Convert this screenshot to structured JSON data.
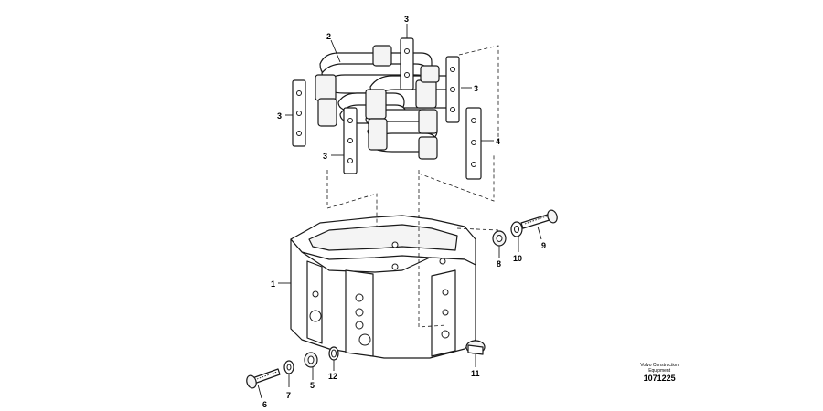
{
  "callouts": {
    "c1": "1",
    "c2": "2",
    "c3a": "3",
    "c3b": "3",
    "c3c": "3",
    "c3d": "3",
    "c4": "4",
    "c5": "5",
    "c6": "6",
    "c7": "7",
    "c8": "8",
    "c9": "9",
    "c10": "10",
    "c11": "11",
    "c12": "12"
  },
  "brand": {
    "line1": "Volvo Construction",
    "line2": "Equipment",
    "drawing_number": "1071225"
  }
}
